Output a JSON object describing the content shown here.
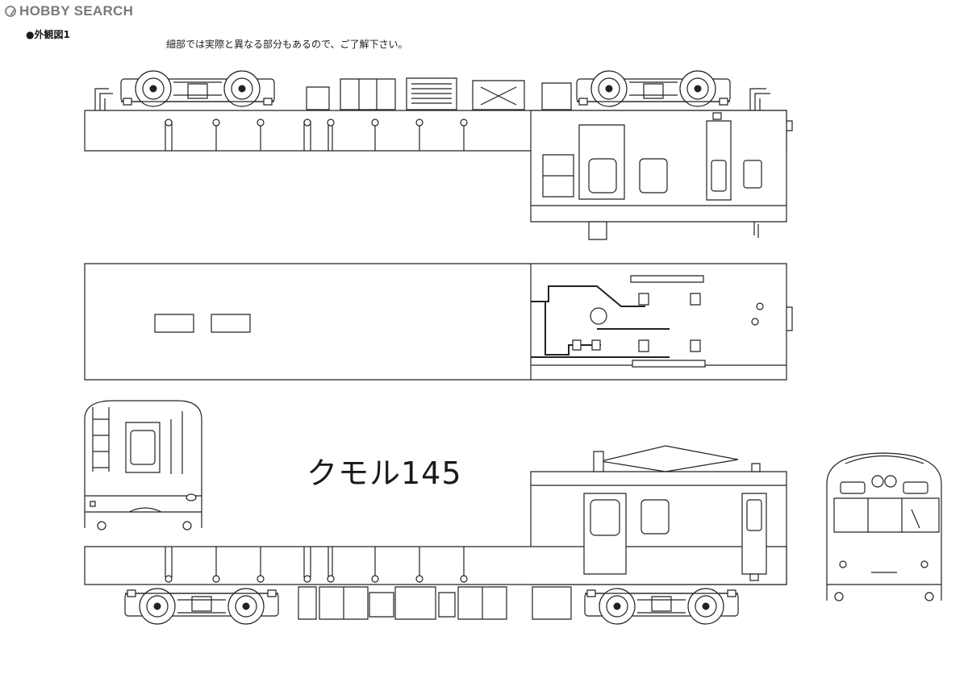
{
  "header": {
    "brand_text": "HOBBY SEARCH",
    "section_title": "●外観図1",
    "note": "細部では実際と異なる部分もあるので、ご了解下さい。"
  },
  "drawing": {
    "model_label": "クモル145",
    "icons": [
      "hobbysearch-logo-icon"
    ],
    "line_color": "#222222",
    "background_color": "#ffffff"
  }
}
